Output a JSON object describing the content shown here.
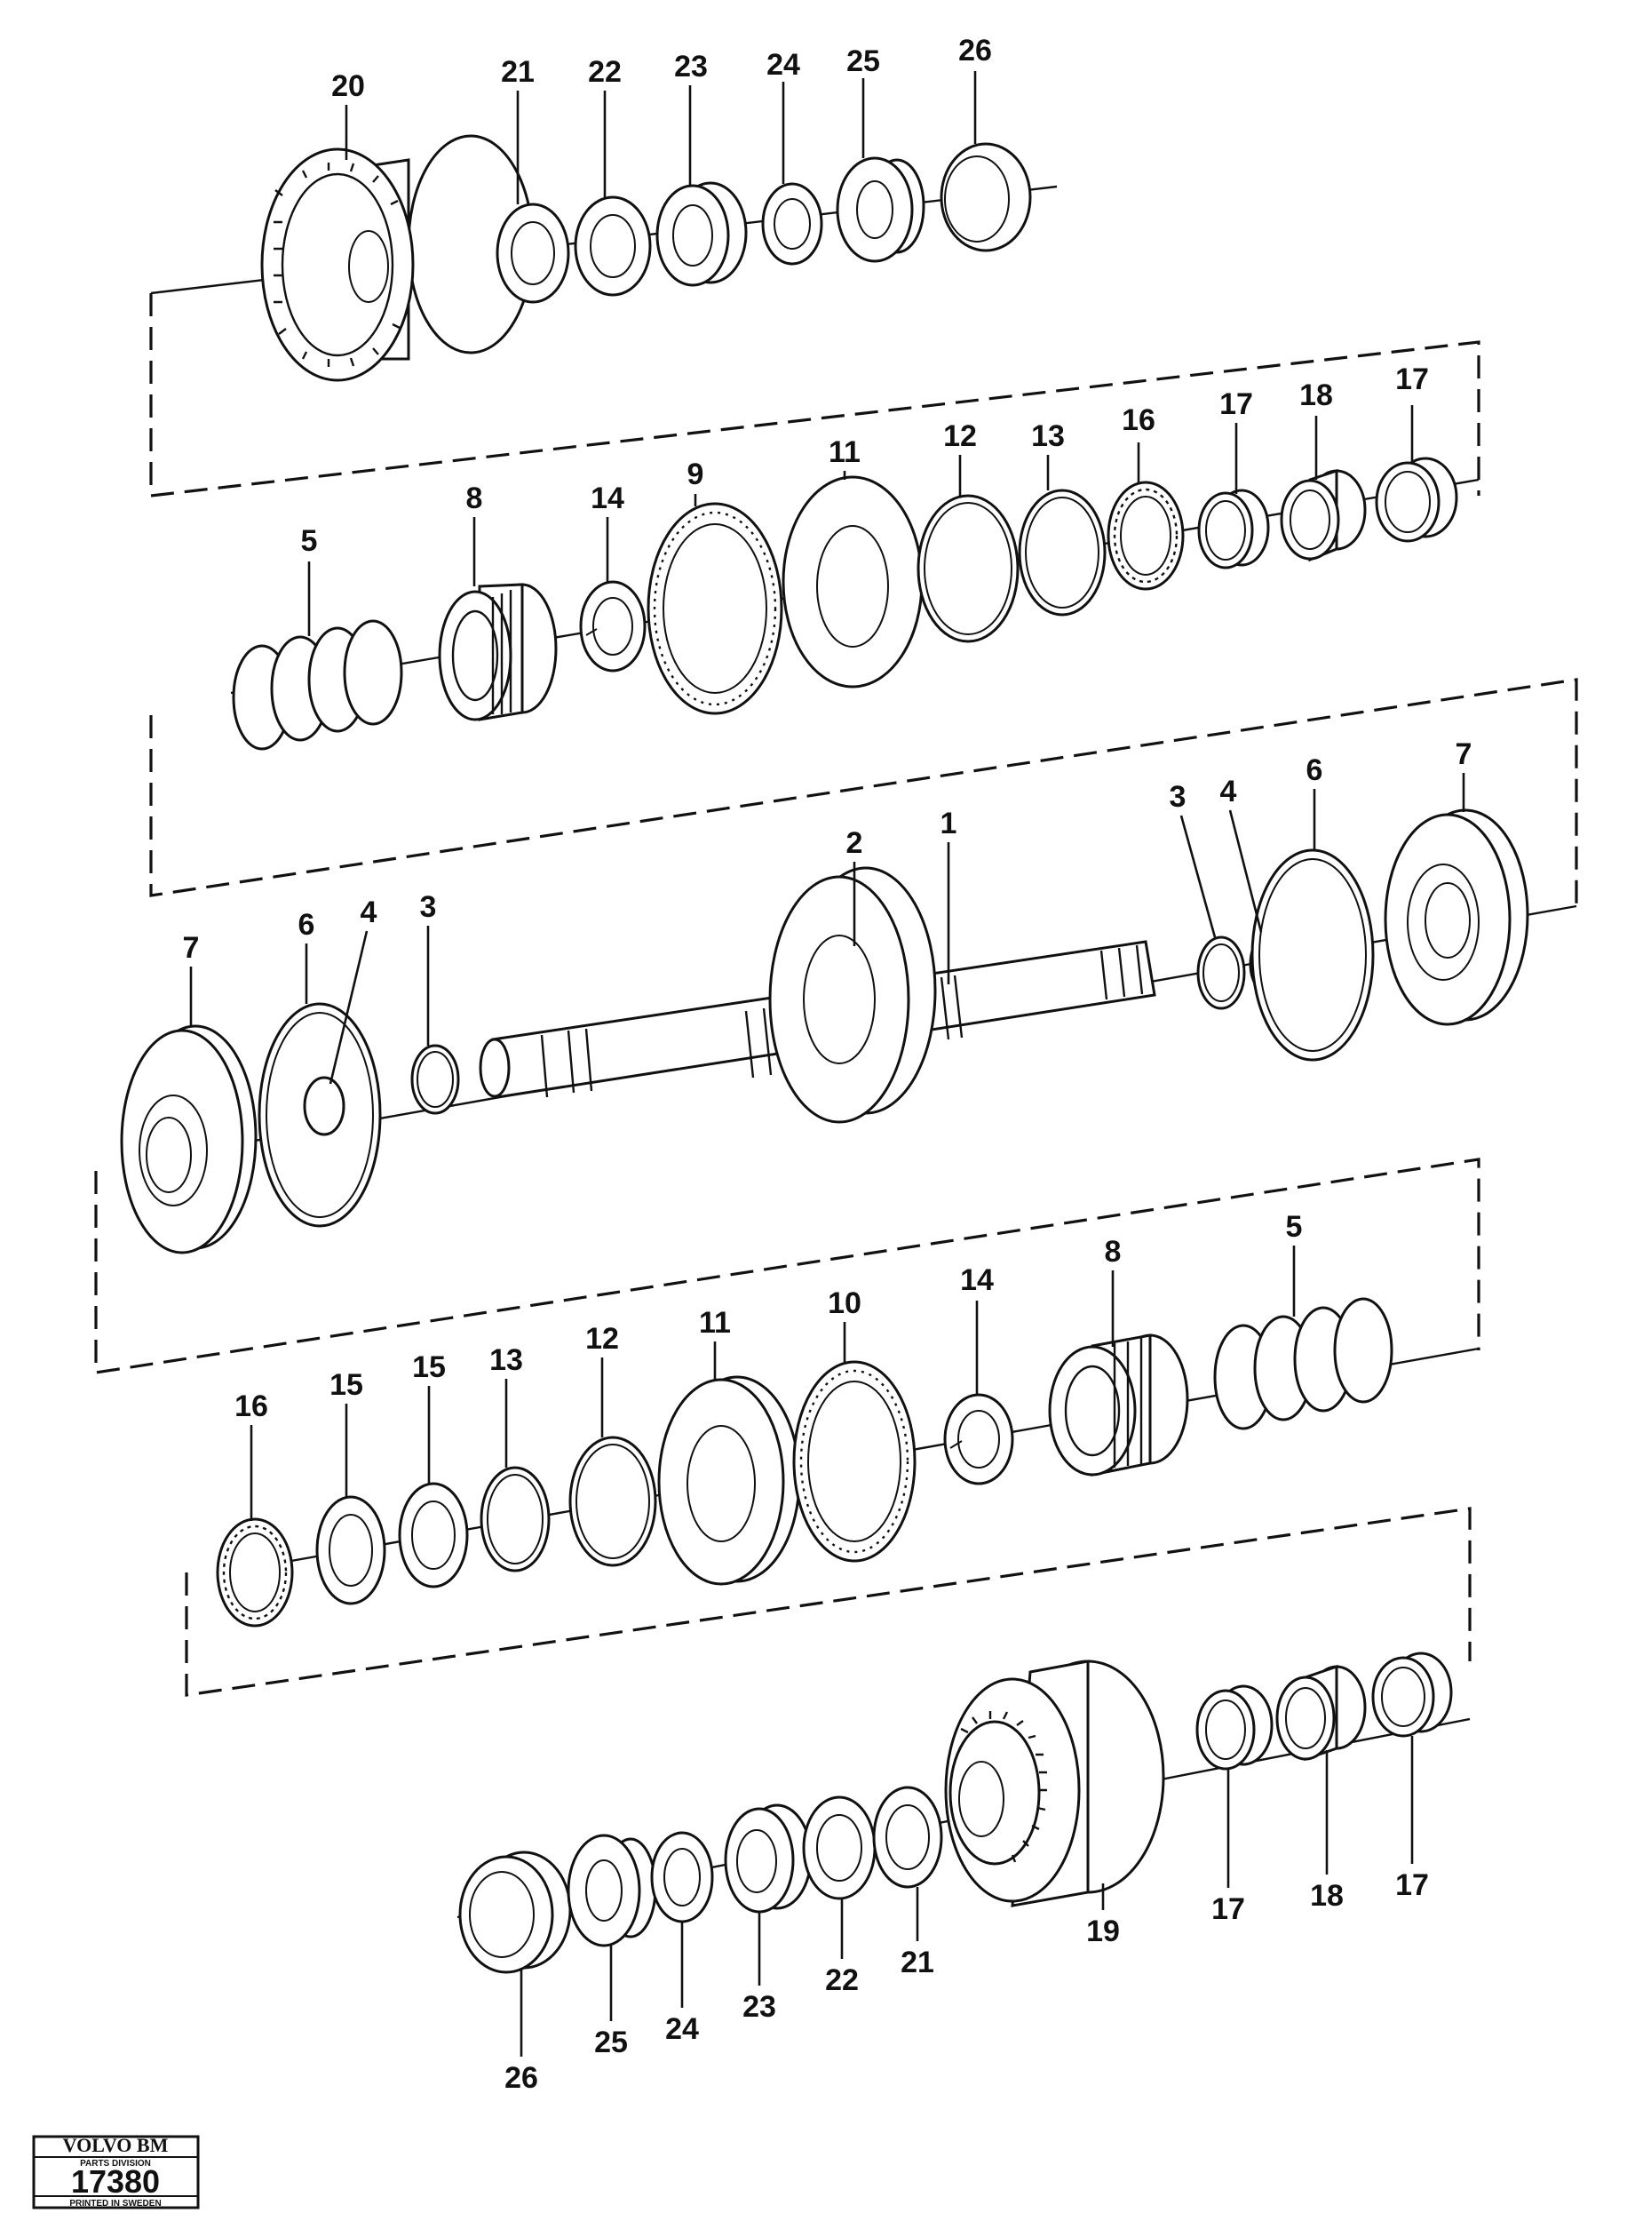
{
  "callouts": {
    "r1_20": "20",
    "r1_21": "21",
    "r1_22": "22",
    "r1_23": "23",
    "r1_24": "24",
    "r1_25": "25",
    "r1_26": "26",
    "r2_5": "5",
    "r2_8": "8",
    "r2_14": "14",
    "r2_9": "9",
    "r2_11": "11",
    "r2_12": "12",
    "r2_13": "13",
    "r2_16": "16",
    "r2_17a": "17",
    "r2_18": "18",
    "r2_17b": "17",
    "r3_7a": "7",
    "r3_6a": "6",
    "r3_4a": "4",
    "r3_3a": "3",
    "r3_2": "2",
    "r3_1": "1",
    "r3_3b": "3",
    "r3_4b": "4",
    "r3_6b": "6",
    "r3_7b": "7",
    "r4_16": "16",
    "r4_15a": "15",
    "r4_15b": "15",
    "r4_13": "13",
    "r4_12": "12",
    "r4_11": "11",
    "r4_10": "10",
    "r4_14": "14",
    "r4_8": "8",
    "r4_5": "5",
    "r5_26": "26",
    "r5_25": "25",
    "r5_24": "24",
    "r5_23": "23",
    "r5_22": "22",
    "r5_21": "21",
    "r5_19": "19",
    "r5_17a": "17",
    "r5_18": "18",
    "r5_17b": "17"
  },
  "stamp": {
    "brand": "VOLVO BM",
    "division": "PARTS DIVISION",
    "number": "17380",
    "printed": "PRINTED IN SWEDEN"
  }
}
